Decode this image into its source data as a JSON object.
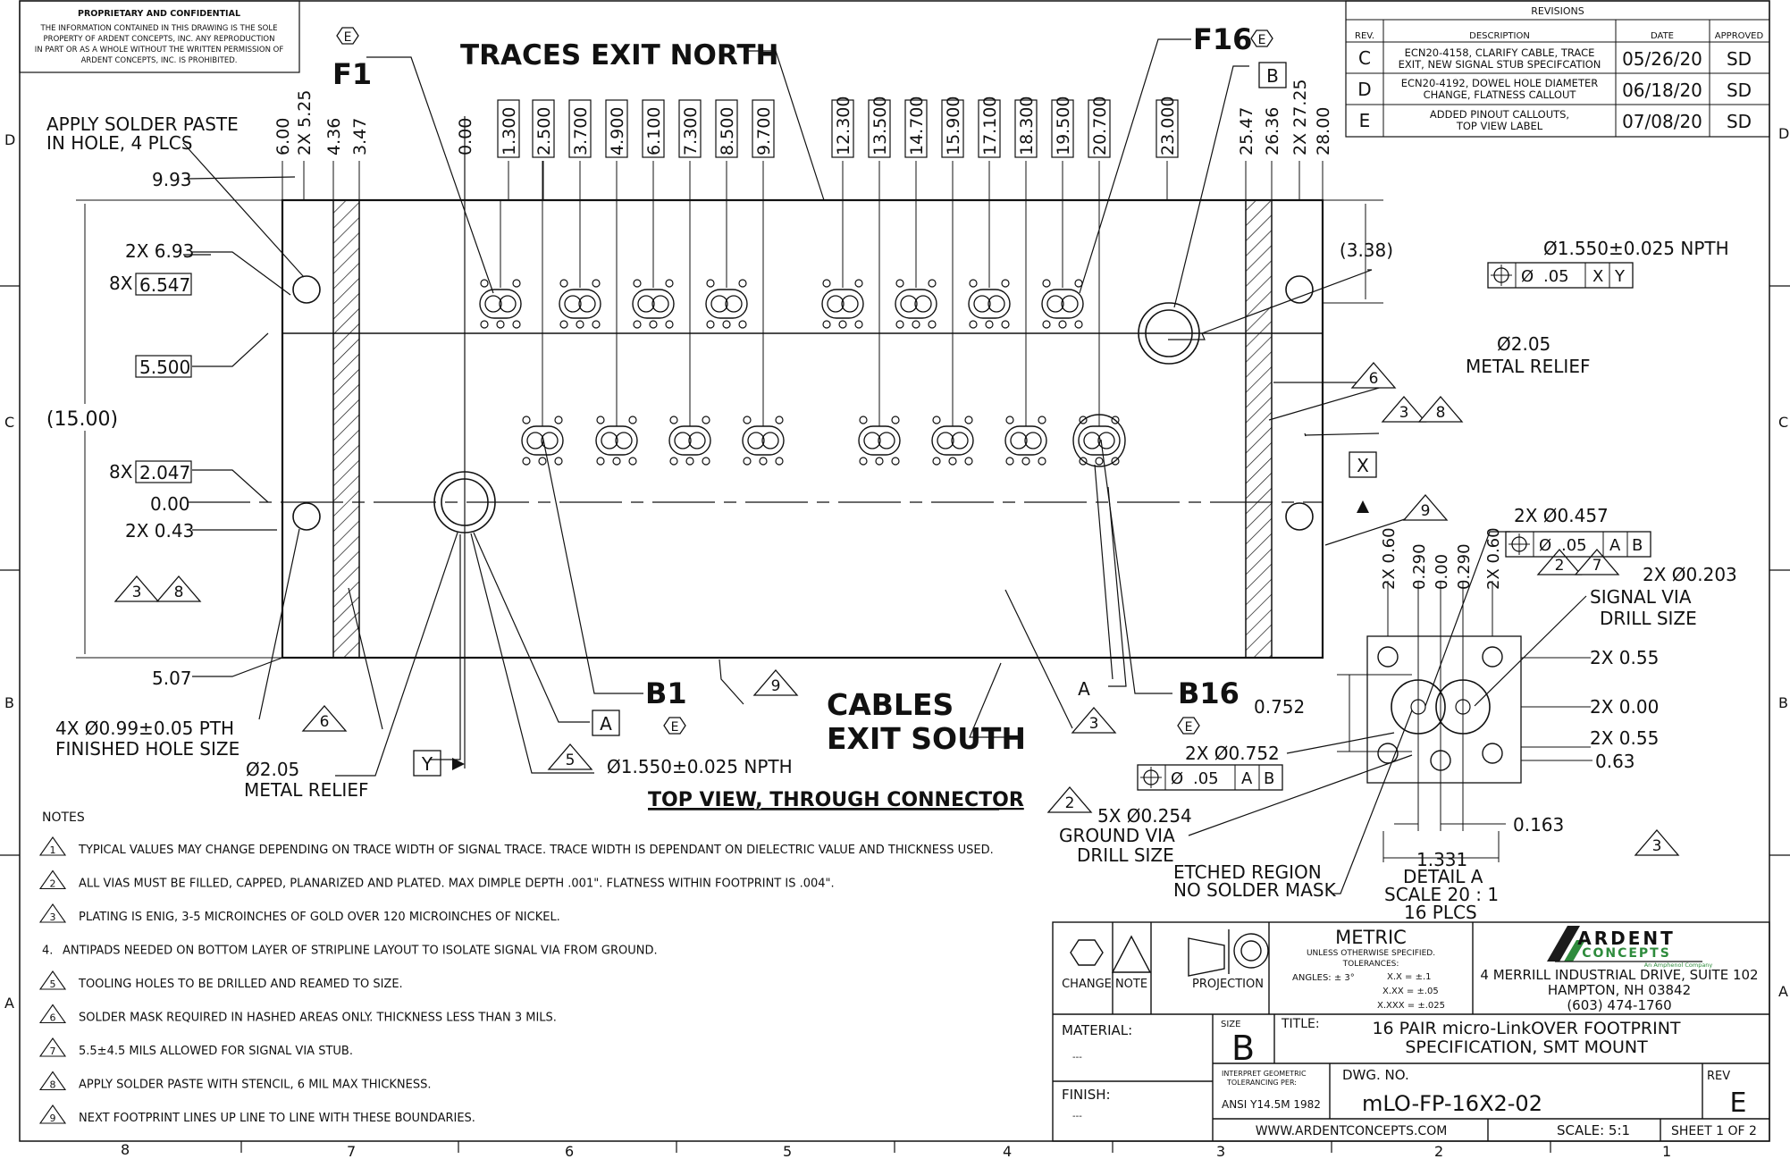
{
  "proprietary": {
    "title": "PROPRIETARY AND CONFIDENTIAL",
    "lines": [
      "THE INFORMATION CONTAINED IN THIS DRAWING IS THE SOLE",
      "PROPERTY OF ARDENT CONCEPTS, INC.  ANY REPRODUCTION",
      "IN PART OR AS A WHOLE WITHOUT THE WRITTEN PERMISSION OF",
      "ARDENT CONCEPTS, INC. IS PROHIBITED."
    ]
  },
  "revisions": {
    "title": "REVISIONS",
    "headers": [
      "REV.",
      "DESCRIPTION",
      "DATE",
      "APPROVED"
    ],
    "rows": [
      {
        "rev": "C",
        "desc1": "ECN20-4158, CLARIFY CABLE, TRACE",
        "desc2": "EXIT, NEW SIGNAL STUB SPECIFCATION",
        "date": "05/26/20",
        "approved": "SD"
      },
      {
        "rev": "D",
        "desc1": "ECN20-4192, DOWEL HOLE DIAMETER",
        "desc2": "CHANGE, FLATNESS CALLOUT",
        "date": "06/18/20",
        "approved": "SD"
      },
      {
        "rev": "E",
        "desc1": "ADDED PINOUT CALLOUTS,",
        "desc2": "TOP VIEW LABEL",
        "date": "07/08/20",
        "approved": "SD"
      }
    ]
  },
  "zones": {
    "left": [
      "D",
      "C",
      "B",
      "A"
    ],
    "right": [
      "D",
      "C",
      "B",
      "A"
    ],
    "bottom": [
      "8",
      "7",
      "6",
      "5",
      "4",
      "3",
      "2",
      "1"
    ]
  },
  "labels": {
    "traces_exit": "TRACES EXIT NORTH",
    "cables_exit_1": "CABLES",
    "cables_exit_2": "EXIT SOUTH",
    "f1": "F1",
    "f16": "F16",
    "b1": "B1",
    "b16": "B16",
    "rev_e": "E",
    "top_view": "TOP VIEW, THROUGH CONNECTOR",
    "solder_paste_1": "APPLY SOLDER PASTE",
    "solder_paste_2": "IN HOLE, 4 PLCS",
    "metal_relief_dia": "Ø2.05",
    "metal_relief": "METAL RELIEF",
    "pth_1": "4X  Ø0.99±0.05 PTH",
    "pth_2": "FINISHED HOLE SIZE",
    "npth": "Ø1.550±0.025 NPTH",
    "datum_a": "A",
    "datum_b": "B",
    "datum_x": "X",
    "datum_y": "Y",
    "dim_338": "(3.38)",
    "dim_1500": "(15.00)"
  },
  "top_dims": [
    "6.00",
    "2X 5.25",
    "4.36",
    "3.47",
    "0.00",
    "1.300",
    "2.500",
    "3.700",
    "4.900",
    "6.100",
    "7.300",
    "8.500",
    "9.700",
    "12.300",
    "13.500",
    "14.700",
    "15.900",
    "17.100",
    "18.300",
    "19.500",
    "20.700",
    "23.000",
    "25.47",
    "26.36",
    "2X 27.25",
    "28.00"
  ],
  "left_dims": {
    "d993": "9.93",
    "d693": "2X 6.93",
    "d6547_prefix": "8X",
    "d6547": "6.547",
    "d5500": "5.500",
    "d2047_prefix": "8X",
    "d2047": "2.047",
    "d000": "0.00",
    "d043": "2X 0.43",
    "d507": "5.07"
  },
  "gdt": {
    "npth_right": {
      "dia": "Ø",
      "tol": ".05",
      "d1": "X",
      "d2": "Y"
    },
    "via_457": {
      "label": "2X  Ø0.457",
      "dia": "Ø",
      "tol": ".05",
      "d1": "A",
      "d2": "B"
    },
    "via_752": {
      "label": "2X  Ø0.752",
      "dia": "Ø",
      "tol": ".05",
      "d1": "A",
      "d2": "B"
    }
  },
  "detail": {
    "top_dims": [
      "2X 0.60",
      "0.290",
      "0.00",
      "0.290",
      "2X 0.60"
    ],
    "signal_via_1": "2X Ø0.203",
    "signal_via_2": "SIGNAL VIA",
    "signal_via_3": "DRILL SIZE",
    "r055a": "2X 0.55",
    "r000": "2X 0.00",
    "r055b": "2X 0.55",
    "r063": "0.63",
    "d0752": "0.752",
    "d0163": "0.163",
    "d1331": "1.331",
    "detail_title": "DETAIL A",
    "scale": "SCALE 20 : 1",
    "plcs": "16 PLCS",
    "ground_via_1": "5X Ø0.254",
    "ground_via_2": "GROUND VIA",
    "ground_via_3": "DRILL SIZE",
    "etched_1": "ETCHED REGION",
    "etched_2": "NO SOLDER MASK",
    "relief_dia": "Ø2.05",
    "relief": "METAL RELIEF"
  },
  "notes": {
    "title": "NOTES",
    "items": [
      {
        "num": "1",
        "tri": true,
        "text": "TYPICAL VALUES MAY CHANGE DEPENDING ON TRACE WIDTH OF SIGNAL TRACE.  TRACE WIDTH IS DEPENDANT ON DIELECTRIC VALUE AND THICKNESS USED."
      },
      {
        "num": "2",
        "tri": true,
        "text": "ALL VIAS MUST BE FILLED, CAPPED, PLANARIZED AND PLATED.  MAX DIMPLE DEPTH .001\".  FLATNESS WITHIN FOOTPRINT IS .004\"."
      },
      {
        "num": "3",
        "tri": true,
        "text": "PLATING IS ENIG, 3-5 MICROINCHES OF GOLD OVER 120 MICROINCHES OF NICKEL."
      },
      {
        "num": "4.",
        "tri": false,
        "text": "ANTIPADS NEEDED ON BOTTOM LAYER OF STRIPLINE LAYOUT TO ISOLATE SIGNAL VIA FROM GROUND."
      },
      {
        "num": "5",
        "tri": true,
        "text": "TOOLING HOLES TO BE DRILLED AND REAMED TO SIZE."
      },
      {
        "num": "6",
        "tri": true,
        "text": "SOLDER MASK REQUIRED IN HASHED AREAS ONLY.  THICKNESS LESS THAN 3 MILS."
      },
      {
        "num": "7",
        "tri": true,
        "text": "5.5±4.5 MILS ALLOWED FOR SIGNAL VIA STUB."
      },
      {
        "num": "8",
        "tri": true,
        "text": "APPLY SOLDER PASTE WITH STENCIL, 6 MIL MAX THICKNESS."
      },
      {
        "num": "9",
        "tri": true,
        "text": "NEXT FOOTPRINT LINES UP LINE TO LINE WITH THESE BOUNDARIES."
      }
    ]
  },
  "title_block": {
    "change": "CHANGE",
    "note": "NOTE",
    "projection": "PROJECTION",
    "metric": "METRIC",
    "unless": "UNLESS OTHERWISE SPECIFIED.",
    "tolerances": "TOLERANCES:",
    "angles": "ANGLES: ± 3°",
    "tol_x": "X.X = ±.1",
    "tol_xx": "X.XX = ±.05",
    "tol_xxx": "X.XXX = ±.025",
    "company_1": "ARDENT",
    "company_2": "CONCEPTS",
    "company_sub": "An Amphenol Company",
    "address_1": "4 MERRILL INDUSTRIAL DRIVE, SUITE 102",
    "address_2": "HAMPTON, NH 03842",
    "address_3": "(603) 474-1760",
    "material_label": "MATERIAL:",
    "material_value": "---",
    "finish_label": "FINISH:",
    "finish_value": "---",
    "size_label": "SIZE",
    "size_value": "B",
    "title_label": "TITLE:",
    "title_1": "16 PAIR micro-LinkOVER FOOTPRINT",
    "title_2": "SPECIFICATION, SMT MOUNT",
    "interpret_1": "INTERPRET GEOMETRIC",
    "interpret_2": "TOLERANCING PER:",
    "standard": "ANSI Y14.5M 1982",
    "dwg_label": "DWG.  NO.",
    "dwg_no": "mLO-FP-16X2-02",
    "rev_label": "REV",
    "rev_value": "E",
    "website": "WWW.ARDENTCONCEPTS.COM",
    "scale": "SCALE: 5:1",
    "sheet": "SHEET 1 OF 2"
  }
}
